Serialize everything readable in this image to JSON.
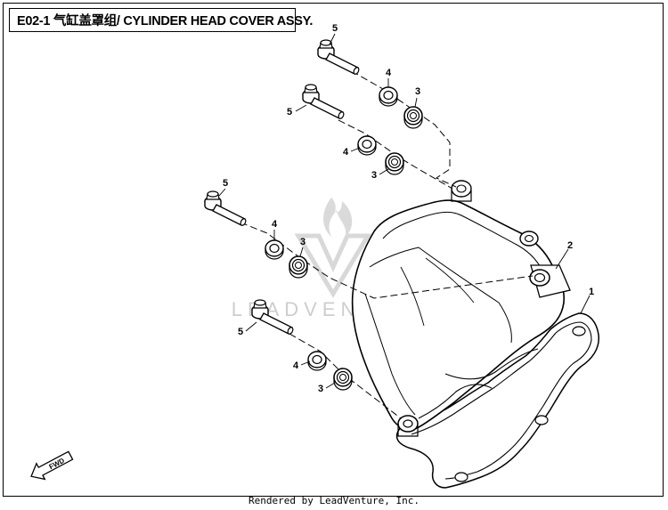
{
  "header": {
    "title": "E02-1 气缸盖罩组/ CYLINDER HEAD COVER ASSY."
  },
  "watermark": {
    "brand": "LEADVENTURE"
  },
  "fwd_label": "FWD",
  "callouts": {
    "part1": "1",
    "part2": "2",
    "row1": {
      "bolt": "5",
      "washer": "4",
      "grommet": "3"
    },
    "row2": {
      "bolt": "5",
      "washer": "4",
      "grommet": "3"
    },
    "row3": {
      "bolt": "5",
      "washer": "4",
      "grommet": "3"
    },
    "row4": {
      "bolt": "5",
      "washer": "4",
      "grommet": "3"
    }
  },
  "footer": {
    "text": "Rendered by LeadVenture, Inc."
  }
}
